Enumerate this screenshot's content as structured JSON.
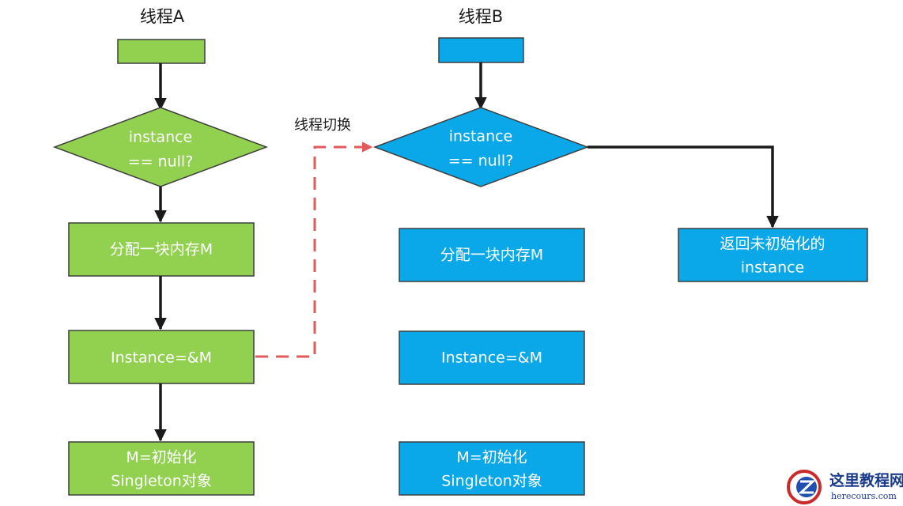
{
  "threadA": {
    "title": "线程A",
    "decision": [
      "instance",
      "== null?"
    ],
    "allocate": "分配一块内存M",
    "assign": "Instance=&M",
    "init": [
      "M=初始化",
      "Singleton对象"
    ]
  },
  "threadB": {
    "title": "线程B",
    "decision": [
      "instance",
      "== null?"
    ],
    "allocate": "分配一块内存M",
    "assign": "Instance=&M",
    "init": [
      "M=初始化",
      "Singleton对象"
    ],
    "return": [
      "返回未初始化的",
      "instance"
    ]
  },
  "switch_label": "线程切换",
  "watermark": {
    "text": "这里教程网",
    "url": "herecours.com"
  },
  "colors": {
    "threadA": "#92d050",
    "threadB": "#0aa8e8",
    "switch_arrow": "#e25a5a",
    "arrow": "#1a1a1a"
  }
}
